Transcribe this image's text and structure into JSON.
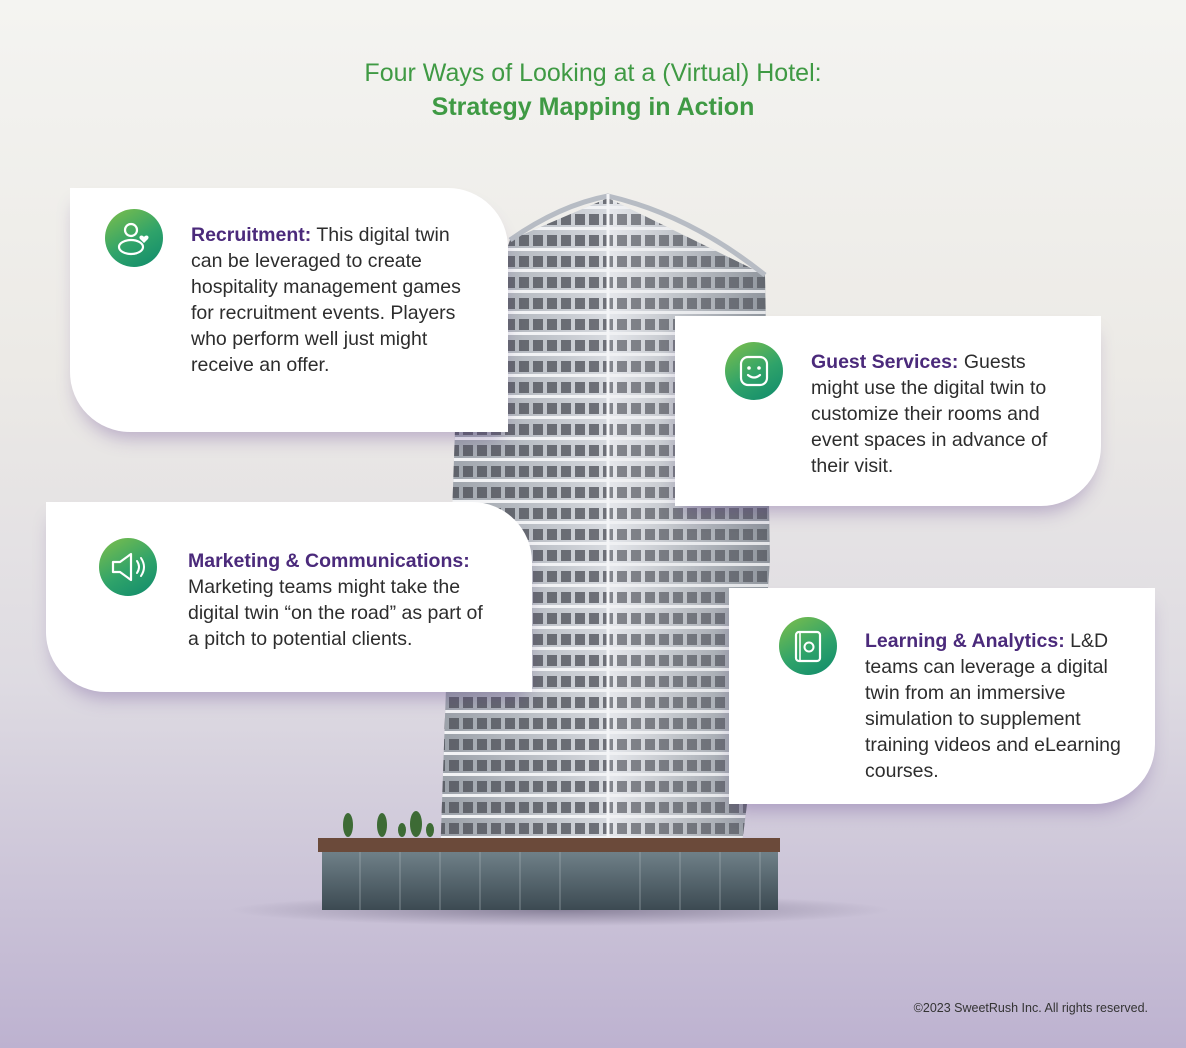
{
  "title": {
    "line1": "Four Ways of Looking at a (Virtual) Hotel:",
    "line2": "Strategy Mapping in Action"
  },
  "cards": [
    {
      "heading": "Recruitment:",
      "body": "This digital twin can be leveraged to create hospitality management games for recruitment events. Players who perform well just might receive an offer.",
      "icon": "person-heart-icon"
    },
    {
      "heading": "Guest Services:",
      "body": "Guests might use the digital twin to customize their rooms and event spaces in advance of their visit.",
      "icon": "smiley-face-icon"
    },
    {
      "heading": "Marketing & Communications:",
      "body": "Marketing teams might take the digital twin “on the road” as part of a pitch to potential clients.",
      "icon": "megaphone-icon"
    },
    {
      "heading": "Learning & Analytics:",
      "body": "L&D teams can leverage a digital twin from an immersive simulation to supplement training videos and eLearning courses.",
      "icon": "book-icon"
    }
  ],
  "footer": {
    "copyright": "©2023 SweetRush Inc. All rights reserved."
  },
  "colors": {
    "title_green": "#3f9a44",
    "heading_purple": "#4b2a7b",
    "icon_gradient_start": "#7fbf4a",
    "icon_gradient_end": "#0f8a6c"
  }
}
